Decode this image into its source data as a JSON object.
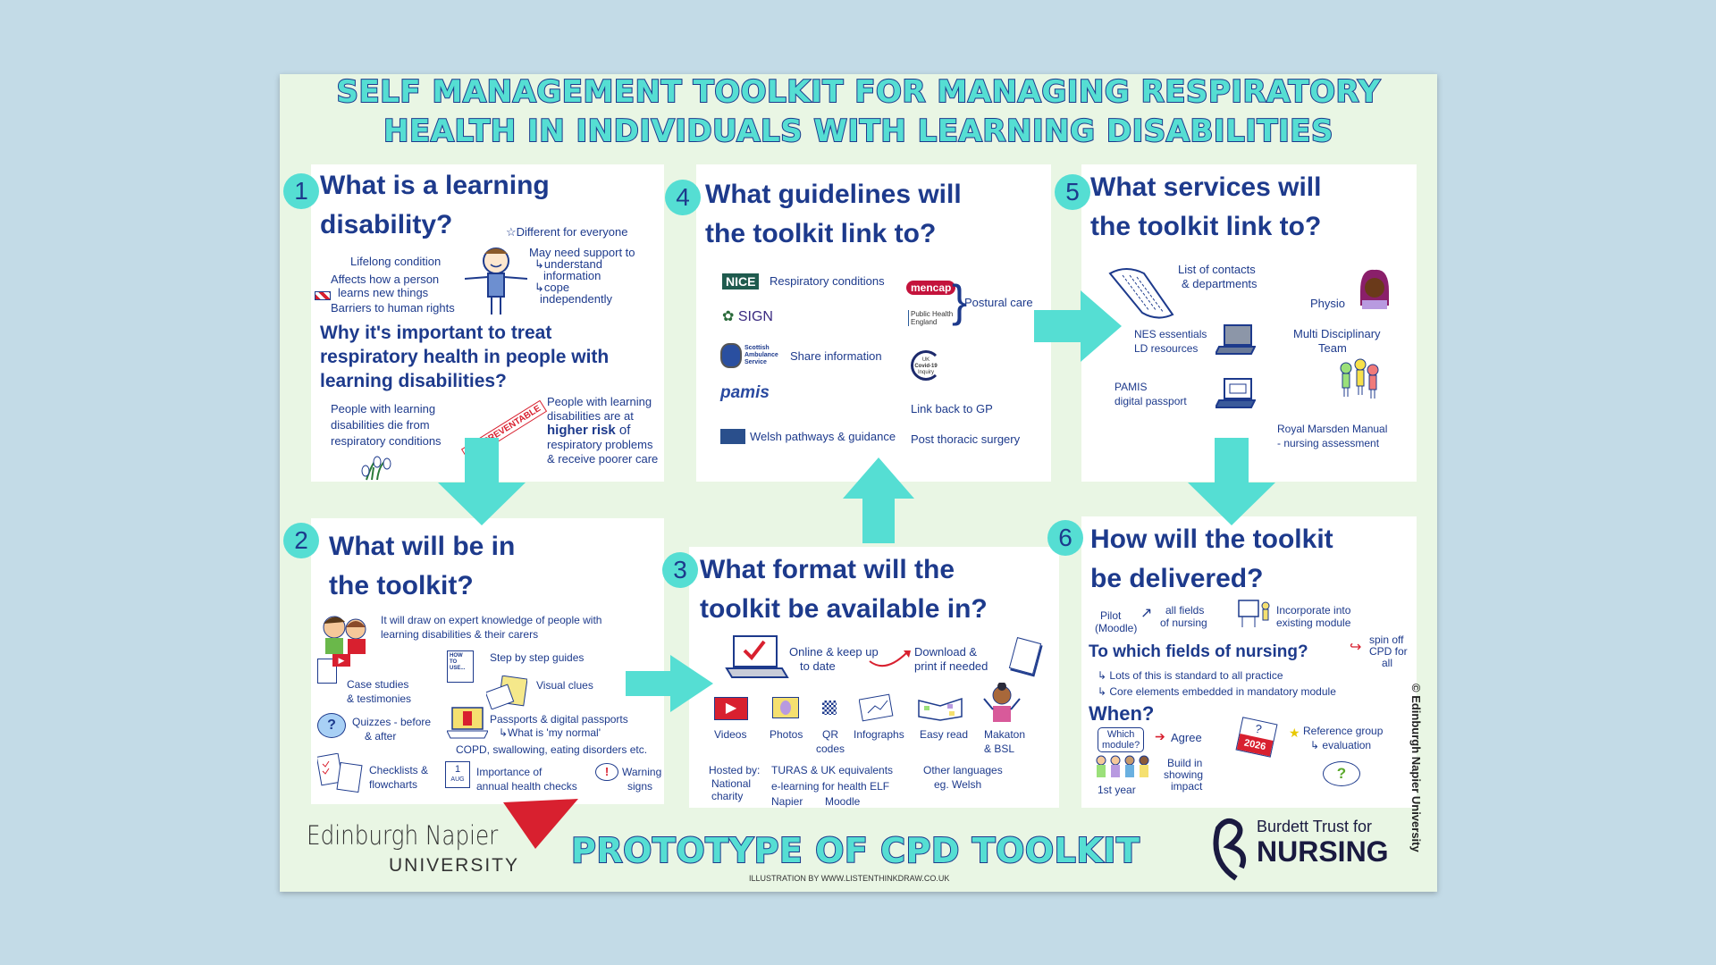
{
  "title": {
    "line1": "SELF MANAGEMENT TOOLKIT FOR MANAGING RESPIRATORY",
    "line2": "HEALTH IN INDIVIDUALS WITH LEARNING DISABILITIES"
  },
  "p1": {
    "num": "1",
    "h1": "What is a learning",
    "h2": "disability?",
    "different": "☆Different for everyone",
    "lifelong": "Lifelong condition",
    "affects1": "Affects how a person",
    "affects2": "learns new things",
    "barriers": "Barriers to human rights",
    "support": [
      "May need support to",
      "↳understand",
      "information",
      "↳cope",
      "independently"
    ],
    "why": [
      "Why it's important to treat",
      "respiratory health in people with",
      "learning disabilities?"
    ],
    "die": [
      "People with learning",
      "disabilities die from",
      "respiratory conditions"
    ],
    "stamp": "IT'S PREVENTABLE",
    "risk1": [
      "People with learning",
      "disabilities are at"
    ],
    "risk_bold": "higher risk",
    "risk_of": " of",
    "risk2": [
      "respiratory problems",
      "& receive poorer care"
    ]
  },
  "p2": {
    "num": "2",
    "h1": "What will be in",
    "h2": "the toolkit?",
    "expert": [
      "It will draw on expert knowledge of people with",
      "learning disabilities & their carers"
    ],
    "step": "Step by step guides",
    "howto": "HOW TO USE...",
    "case": [
      "Case studies",
      "& testimonies"
    ],
    "visual": "Visual clues",
    "quiz": [
      "Quizzes - before",
      "& after"
    ],
    "passports": "Passports & digital passports",
    "normal": "↳What is 'my normal'",
    "copd": "COPD, swallowing, eating disorders etc.",
    "checklists": [
      "Checklists &",
      "flowcharts"
    ],
    "cal_day": "1",
    "cal_month": "AUG",
    "importance": [
      "Importance of",
      "annual health checks"
    ],
    "warning": [
      "Warning",
      "signs"
    ]
  },
  "p3": {
    "num": "3",
    "h1": "What format will the",
    "h2": "toolkit be available in?",
    "online": [
      "Online & keep up",
      "to date"
    ],
    "download": [
      "Download &",
      "print if needed"
    ],
    "formats": [
      {
        "label": "Videos"
      },
      {
        "label": "Photos"
      },
      {
        "label": "QR codes"
      },
      {
        "label": "Infographs"
      },
      {
        "label": "Easy read"
      },
      {
        "label": "Makaton & BSL"
      }
    ],
    "hosted": "Hosted by:",
    "national": [
      "National",
      "charity"
    ],
    "turas": "TURAS & UK equivalents",
    "elf": "e-learning for health ELF",
    "napier": "Napier",
    "moodle": "Moodle",
    "other": [
      "Other languages",
      "eg. Welsh"
    ]
  },
  "p4": {
    "num": "4",
    "h1": "What guidelines will",
    "h2": "the toolkit link to?",
    "nice": "NICE",
    "resp": "Respiratory conditions",
    "sign": "SIGN",
    "sas": [
      "Scottish",
      "Ambulance",
      "Service"
    ],
    "share": "Share information",
    "pamis": "pamis",
    "welsh": "Welsh pathways & guidance",
    "mencap": "mencap",
    "phe": [
      "Public Health",
      "England"
    ],
    "postural": "Postural care",
    "covid": [
      "UK",
      "Covid-19",
      "Inquiry"
    ],
    "gp": "Link back to GP",
    "thoracic": "Post thoracic surgery"
  },
  "p5": {
    "num": "5",
    "h1": "What services will",
    "h2": "the toolkit link to?",
    "contacts": [
      "List of contacts",
      "& departments"
    ],
    "nes": [
      "NES essentials",
      "LD resources"
    ],
    "pamis": [
      "PAMIS",
      "digital passport"
    ],
    "physio": "Physio",
    "mdt": [
      "Multi Disciplinary",
      "Team"
    ],
    "marsden": [
      "Royal Marsden Manual",
      "- nursing assessment"
    ]
  },
  "p6": {
    "num": "6",
    "h1": "How will the toolkit",
    "h2": "be delivered?",
    "pilot": [
      "Pilot",
      "(Moodle)"
    ],
    "fields": [
      "all fields",
      "of nursing"
    ],
    "incorporate": [
      "Incorporate into",
      "existing module"
    ],
    "which_fields": "To which fields of nursing?",
    "spin": [
      "spin off",
      "CPD for",
      "all"
    ],
    "b1": "↳ Lots of this is standard to all practice",
    "b2": "↳ Core elements embedded in mandatory module",
    "when": "When?",
    "which_module": [
      "Which",
      "module?"
    ],
    "agree": "Agree",
    "build": [
      "Build in",
      "showing",
      "impact"
    ],
    "first_year": "1st year",
    "cal_q": "?",
    "year": "2026",
    "reference": [
      "Reference group",
      "↳ evaluation"
    ],
    "bubble_q": "?"
  },
  "footer": {
    "uni1": "Edinburgh Napier",
    "uni2": "UNIVERSITY",
    "prototype": "PROTOTYPE OF CPD TOOLKIT",
    "credit": "ILLUSTRATION BY WWW.LISTENTHINKDRAW.CO.UK",
    "burdett1": "Burdett Trust for",
    "burdett2": "NURSING",
    "copyright": "© Edinburgh Napier University"
  },
  "colors": {
    "navy": "#1d3a8c",
    "teal": "#55ded3",
    "red": "#d8202f",
    "bg": "#e9f6e4"
  }
}
